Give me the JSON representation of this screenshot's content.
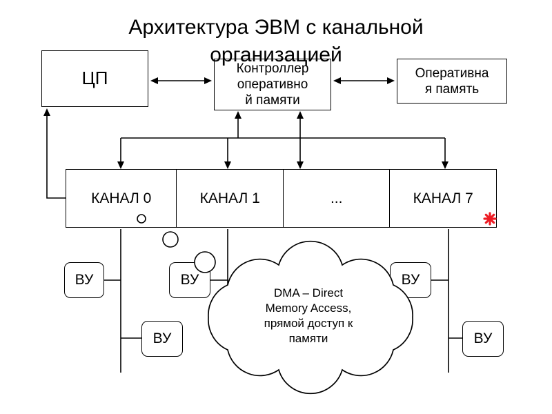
{
  "slide": {
    "title_line1": "Архитектура ЭВМ с канальной",
    "title_line2": "организацией"
  },
  "cpu": {
    "label": "ЦП"
  },
  "memory_controller": {
    "lines": [
      "Контроллер",
      "оперативно",
      "й памяти"
    ]
  },
  "ram": {
    "lines": [
      "Оперативна",
      "я память"
    ]
  },
  "channels": [
    "КАНАЛ 0",
    "КАНАЛ 1",
    "...",
    "КАНАЛ 7"
  ],
  "devices": [
    "ВУ",
    "ВУ",
    "ВУ",
    "ВУ",
    "ВУ"
  ],
  "dma_note": {
    "lines": [
      "DMA – Direct",
      "Memory Access,",
      "прямой доступ к",
      "памяти"
    ]
  },
  "colors": {
    "star": "#ed1c24",
    "line": "#000000",
    "background": "#ffffff"
  }
}
